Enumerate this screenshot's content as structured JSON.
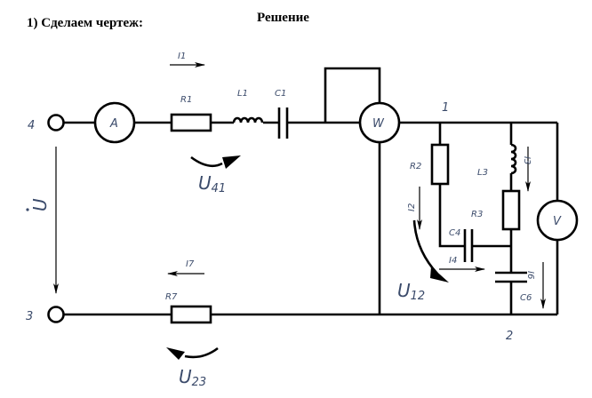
{
  "header": {
    "step": "1)  Сделаем чертеж:",
    "title": "Решение"
  },
  "nodes": {
    "n1": "1",
    "n2": "2",
    "n3": "3",
    "n4": "4"
  },
  "meters": {
    "ammeter": "A",
    "wattmeter": "W",
    "voltmeter": "V"
  },
  "components": {
    "R1": "R1",
    "L1": "L1",
    "C1": "C1",
    "R2": "R2",
    "L3": "L3",
    "R3": "R3",
    "C4": "C4",
    "C6": "C6",
    "R7": "R7"
  },
  "currents": {
    "I1": "I1",
    "I2": "I2",
    "I3": "I3",
    "I4": "I4",
    "I6": "I6",
    "I7": "I7"
  },
  "voltages": {
    "U": "U",
    "U41_main": "U",
    "U41_sub": "41",
    "U12_main": "U",
    "U12_sub": "12",
    "U23_main": "U",
    "U23_sub": "23"
  }
}
